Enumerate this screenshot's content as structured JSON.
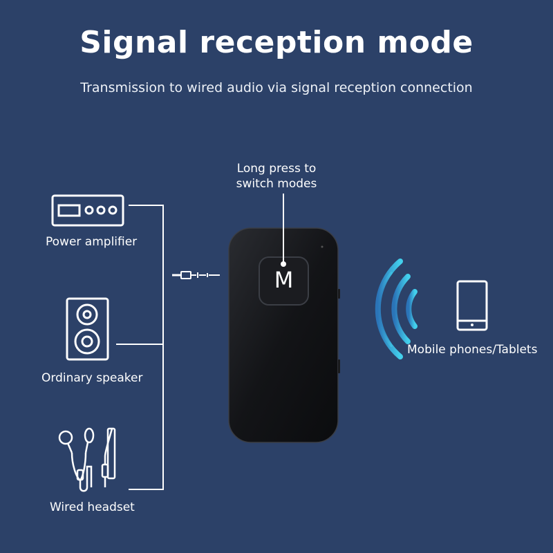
{
  "header": {
    "title": "Signal reception mode",
    "subtitle": "Transmission to wired audio via signal reception connection"
  },
  "device": {
    "button_letter": "M",
    "callout_line1": "Long press to",
    "callout_line2": "switch modes"
  },
  "outputs": [
    {
      "label": "Power amplifier",
      "icon": "power-amplifier-icon"
    },
    {
      "label": "Ordinary speaker",
      "icon": "speaker-icon"
    },
    {
      "label": "Wired headset",
      "icon": "wired-headset-icon"
    }
  ],
  "source": {
    "label": "Mobile phones/Tablets",
    "icon": "smartphone-icon"
  },
  "colors": {
    "background": "#2c4168",
    "signal_waves": "#3ec6e6",
    "device_body": "#101114"
  }
}
